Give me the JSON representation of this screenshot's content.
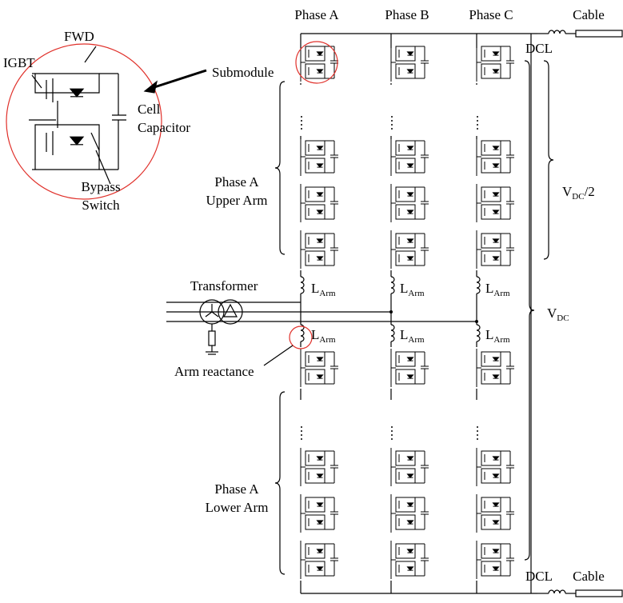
{
  "phases": [
    "Phase A",
    "Phase B",
    "Phase C"
  ],
  "cable_top": "Cable",
  "cable_bottom": "Cable",
  "dcl_top": "DCL",
  "dcl_bottom": "DCL",
  "submodule": "Submodule",
  "inset": {
    "igbt": "IGBT",
    "fwd": "FWD",
    "cell": "Cell",
    "capacitor": "Capacitor",
    "bypass": "Bypass",
    "switch": "Switch"
  },
  "upper_arm": {
    "line1": "Phase A",
    "line2": "Upper Arm"
  },
  "lower_arm": {
    "line1": "Phase A",
    "line2": "Lower Arm"
  },
  "transformer": "Transformer",
  "arm_reactance": "Arm reactance",
  "l_arm": {
    "main": "L",
    "sub": "Arm"
  },
  "vdc_half": {
    "main": "V",
    "sub": "DC",
    "tail": "/2"
  },
  "vdc": {
    "main": "V",
    "sub": "DC"
  },
  "colors": {
    "line": "#000000",
    "highlight": "#e0302a"
  }
}
